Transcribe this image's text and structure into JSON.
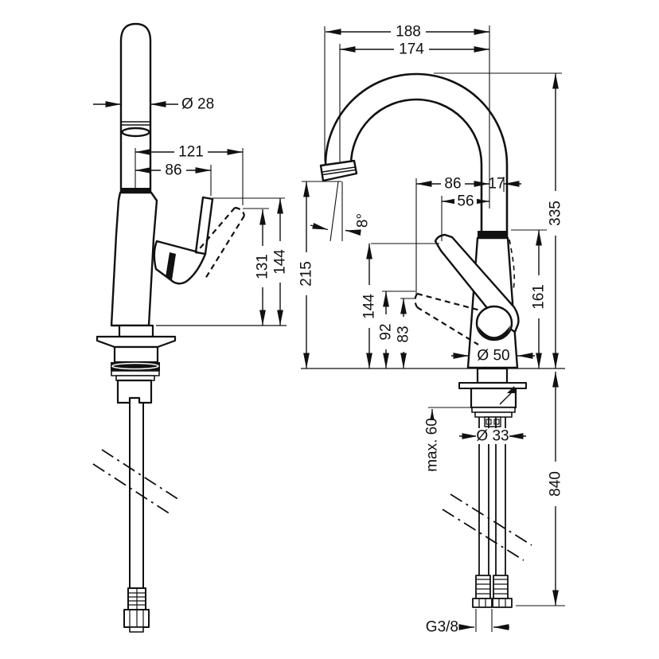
{
  "drawing": {
    "side_view": {
      "spout_diameter": "Ø 28",
      "handle_reach_open": "121",
      "handle_reach": "86",
      "handle_height_open": "131",
      "handle_height": "144"
    },
    "front_view": {
      "spout_reach_total": "188",
      "spout_reach": "174",
      "handle_offset_open": "86",
      "spout_tube_offset": "17",
      "handle_offset": "56",
      "spout_angle": "8°",
      "spout_outlet_height": "215",
      "total_height": "335",
      "handle_height": "144",
      "handle_height_open_upper": "92",
      "handle_height_open": "83",
      "body_height": "161",
      "base_diameter": "Ø 50",
      "shank_diameter": "Ø 33",
      "max_mounting_thickness": "max. 60",
      "hose_length": "840",
      "connection_thread": "G3/8"
    }
  }
}
